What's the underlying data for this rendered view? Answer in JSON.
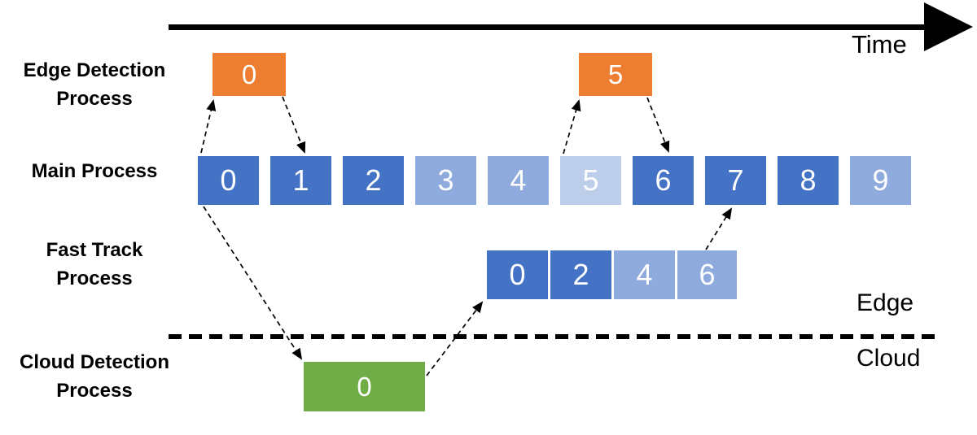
{
  "axis": {
    "label": "Time"
  },
  "regions": {
    "edge_label": "Edge",
    "cloud_label": "Cloud"
  },
  "colors": {
    "dark_blue": "#4472C4",
    "light_blue": "#8FAADC",
    "pale_blue": "#BDCEEB",
    "orange": "#ED7D31",
    "green": "#70AD47",
    "arrow_black": "#000000"
  },
  "rows": [
    {
      "id": "edge-detection",
      "label_lines": [
        "Edge Detection",
        "Process"
      ],
      "boxes": [
        {
          "label": "0",
          "color": "orange"
        },
        {
          "label": "5",
          "color": "orange"
        }
      ]
    },
    {
      "id": "main",
      "label_lines": [
        "Main Process"
      ],
      "boxes": [
        {
          "label": "0",
          "color": "dark_blue"
        },
        {
          "label": "1",
          "color": "dark_blue"
        },
        {
          "label": "2",
          "color": "dark_blue"
        },
        {
          "label": "3",
          "color": "light_blue"
        },
        {
          "label": "4",
          "color": "light_blue"
        },
        {
          "label": "5",
          "color": "pale_blue"
        },
        {
          "label": "6",
          "color": "dark_blue"
        },
        {
          "label": "7",
          "color": "dark_blue"
        },
        {
          "label": "8",
          "color": "dark_blue"
        },
        {
          "label": "9",
          "color": "light_blue"
        }
      ]
    },
    {
      "id": "fast-track",
      "label_lines": [
        "Fast Track",
        "Process"
      ],
      "boxes": [
        {
          "label": "0",
          "color": "dark_blue"
        },
        {
          "label": "2",
          "color": "dark_blue"
        },
        {
          "label": "4",
          "color": "light_blue"
        },
        {
          "label": "6",
          "color": "light_blue"
        }
      ]
    },
    {
      "id": "cloud-detection",
      "label_lines": [
        "Cloud Detection",
        "Process"
      ],
      "boxes": [
        {
          "label": "0",
          "color": "green"
        }
      ]
    }
  ]
}
